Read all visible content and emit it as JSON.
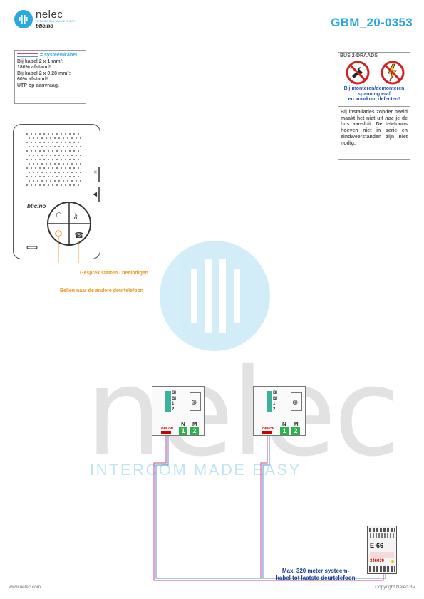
{
  "header": {
    "brand": "nelec",
    "tagline": "INTERCOM MADE EASY",
    "sub_brand": "bticino",
    "doc_code": "GBM_20-0353"
  },
  "cable_box": {
    "title": "= systeemkabel",
    "lines": [
      "Bij kabel 2 x 1 mm²:",
      "180% afstand!",
      "Bij kabel 2 x 0,28 mm²:",
      "60% afstand!",
      "UTP op aanvraag."
    ]
  },
  "bus_box": {
    "title": "BUS 2-DRAADS",
    "warning_lines": [
      "Bij monteren/demonteren",
      "spanning eraf",
      "en voorkom defecten!"
    ]
  },
  "info_box": {
    "text_before": "Bij installaties zonder beeld maakt het niet uit ",
    "text_italic": "hoe",
    "text_after": " je de bus aansluit. De telefoons hoeven niet in serie en eindweerstanden zijn niet nodig."
  },
  "phone": {
    "brand": "bticino",
    "callout_call": "Gesprek starten / beëindigen",
    "callout_ring": "Bellen naar de andere deurtelefoon"
  },
  "modules": {
    "terminal_labels": [
      "BI",
      "BI",
      "1",
      "2"
    ],
    "switch_label": "OFF ON",
    "n_label": "N",
    "m_label": "M",
    "n_value": "1",
    "m_value": "2"
  },
  "power_unit": {
    "model": "E-66",
    "code": "346030"
  },
  "note_lines": [
    "Max. 320 meter systeem-",
    "kabel tot laatste deurtelefoon"
  ],
  "watermark": {
    "word": "nelec",
    "tagline": "INTERCOM MADE EASY"
  },
  "footer": {
    "left": "www.nelec.com",
    "right": "Copyright Nelec BV"
  },
  "colors": {
    "accent": "#2aa8e0",
    "callout": "#e8951c",
    "note": "#1a3d8f",
    "wire_a": "#c84a8d",
    "wire_b": "#5a8fd6"
  }
}
